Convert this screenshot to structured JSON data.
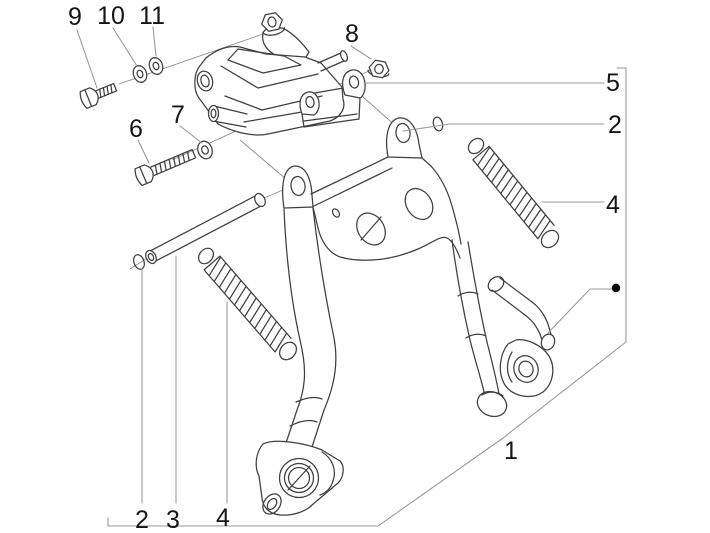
{
  "diagram": {
    "type": "exploded-parts-diagram",
    "subject": "center-stand-assembly",
    "colors": {
      "background": "#ffffff",
      "part_line": "#3f3f3f",
      "leader_line": "#9a9a9a",
      "label": "#151515",
      "marker_dot": "#000000"
    },
    "callouts": [
      {
        "ref": "1",
        "points_to": "center-stand-assembly"
      },
      {
        "ref": "2",
        "points_to": "circlip-right"
      },
      {
        "ref": "2",
        "points_to": "circlip-left"
      },
      {
        "ref": "3",
        "points_to": "pivot-pin"
      },
      {
        "ref": "4",
        "points_to": "return-spring-right"
      },
      {
        "ref": "4",
        "points_to": "return-spring-left"
      },
      {
        "ref": "5",
        "points_to": "support-bracket"
      },
      {
        "ref": "6",
        "points_to": "hex-bolt-lower"
      },
      {
        "ref": "7",
        "points_to": "washer-lower"
      },
      {
        "ref": "8",
        "points_to": "flange-nut"
      },
      {
        "ref": "9",
        "points_to": "hex-bolt-upper"
      },
      {
        "ref": "10",
        "points_to": "washer-upper-outer"
      },
      {
        "ref": "11",
        "points_to": "washer-upper-inner"
      }
    ]
  }
}
